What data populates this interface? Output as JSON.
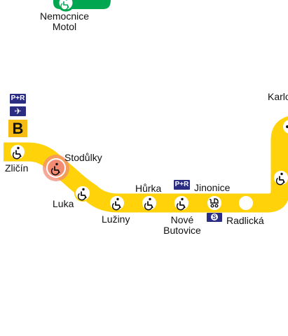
{
  "map": {
    "line_letter": "B",
    "line_color": "#ffd20a",
    "green_line_color": "#00a650",
    "current_station_color": "#f28b74",
    "service_color": "#2b2d83"
  },
  "stations": {
    "zlicin": "Zličín",
    "stodulky": "Stodůlky",
    "luka": "Luka",
    "luziny": "Lužiny",
    "hurka": "Hůrka",
    "nove_butovice_1": "Nové",
    "nove_butovice_2": "Butovice",
    "jinonice": "Jinonice",
    "radlicka": "Radlická",
    "karlin": "Karlo",
    "nemocnice_motol_1": "Nemocnice",
    "nemocnice_motol_2": "Motol"
  },
  "badges": {
    "park_ride": "P+R",
    "airport_icon": "airplane-icon",
    "train": "S",
    "accessibility_icon": "wheelchair-icon",
    "partial_accessibility_icon": "stroller-icon"
  }
}
